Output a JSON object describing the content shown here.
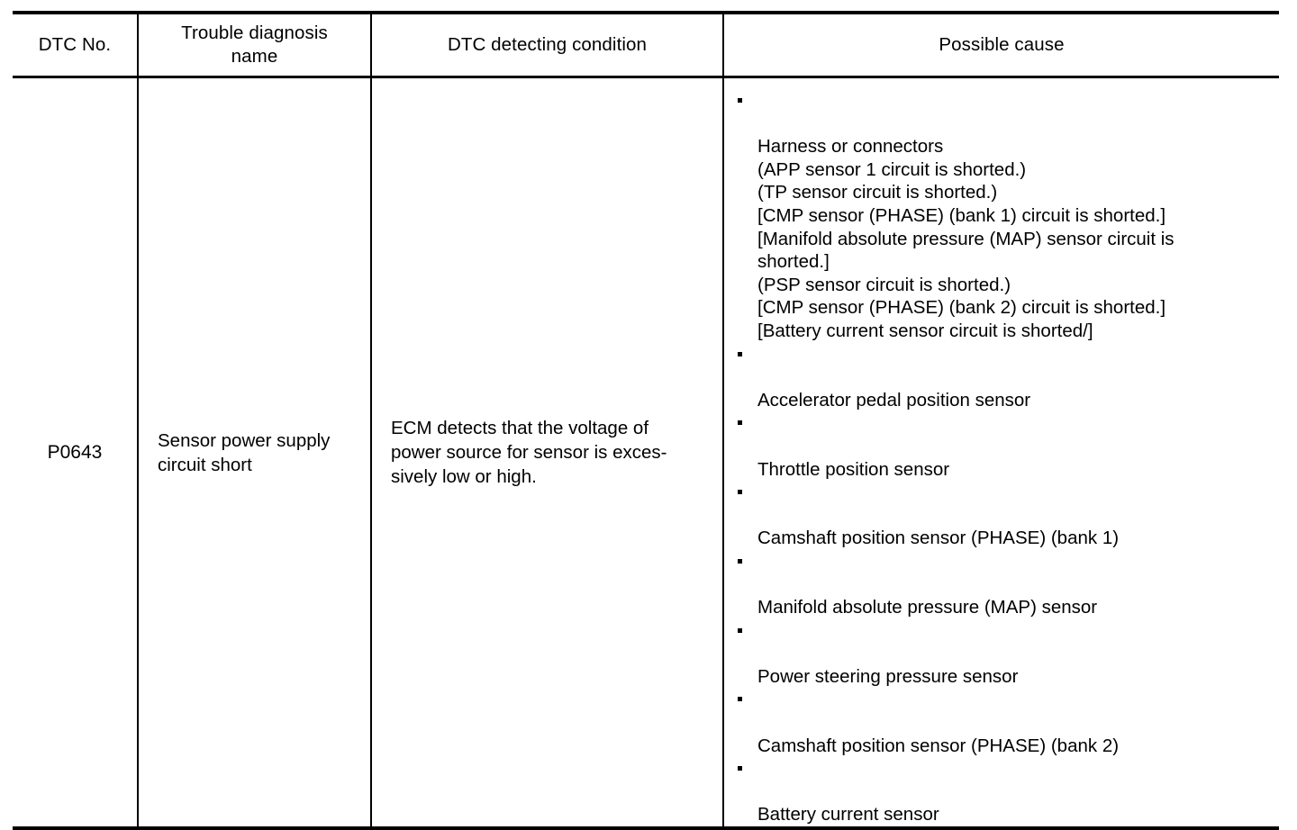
{
  "table": {
    "columns": [
      {
        "key": "dtc_no",
        "header": "DTC No."
      },
      {
        "key": "name",
        "header": "Trouble diagnosis\nname"
      },
      {
        "key": "condition",
        "header": "DTC detecting condition"
      },
      {
        "key": "cause",
        "header": "Possible cause"
      }
    ],
    "rows": [
      {
        "dtc_no": "P0643",
        "name": "Sensor power supply\ncircuit short",
        "condition": "ECM detects that the voltage of\npower source for sensor is exces-\nsively low or high.",
        "causes": [
          "Harness or connectors\n(APP sensor 1 circuit is shorted.)\n(TP sensor circuit is shorted.)\n[CMP sensor (PHASE) (bank 1) circuit is shorted.]\n[Manifold absolute pressure (MAP) sensor circuit is\nshorted.]\n(PSP sensor circuit is shorted.)\n[CMP sensor (PHASE) (bank 2) circuit is shorted.]\n[Battery current sensor circuit is shorted/]",
          "Accelerator pedal position sensor",
          "Throttle position sensor",
          "Camshaft position sensor (PHASE) (bank 1)",
          "Manifold absolute pressure (MAP) sensor",
          "Power steering pressure sensor",
          "Camshaft position sensor (PHASE) (bank 2)",
          "Battery current sensor"
        ]
      }
    ]
  },
  "style": {
    "rule_color": "#000000",
    "text_color": "#000000",
    "background": "#ffffff"
  }
}
